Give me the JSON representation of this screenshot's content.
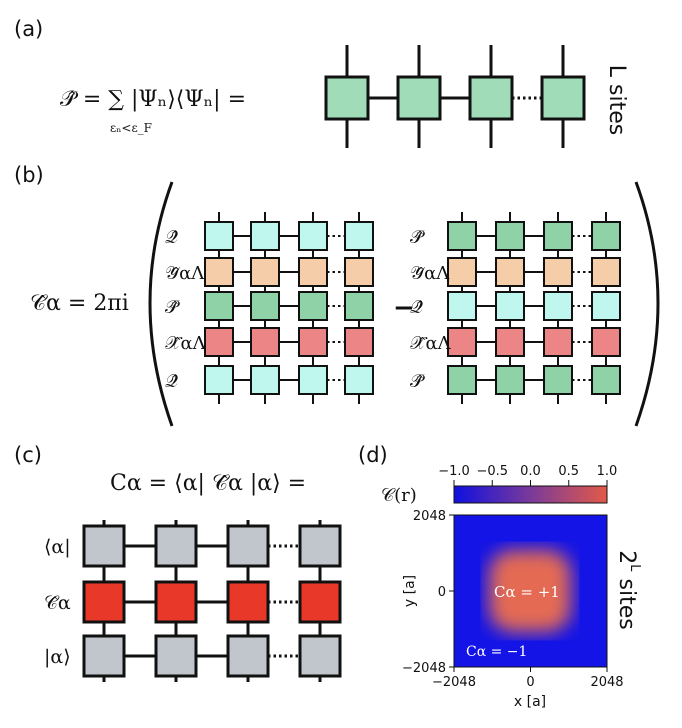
{
  "panel_a": {
    "label": "(a)",
    "equation": "𝒫̂ = ∑ |Ψₙ⟩⟨Ψₙ| =",
    "sum_subscript": "εₙ<ε_F",
    "side_label": "L sites",
    "tensor_color": "#9fdcb7"
  },
  "panel_b": {
    "label": "(b)",
    "lhs": "𝒞̂α = 2πi",
    "minus": "−",
    "left_rows": [
      "𝒬̂",
      "𝒴̂αΛ",
      "𝒫̂",
      "𝒳̂αΛ",
      "𝒬̂"
    ],
    "right_rows": [
      "𝒫̂",
      "𝒴̂αΛ",
      "𝒬̂",
      "𝒳̂αΛ",
      "𝒫̂"
    ],
    "colors": {
      "Q": "#bff7ef",
      "P": "#8fd2a7",
      "Y": "#f6cda9",
      "X": "#ec8585"
    }
  },
  "panel_c": {
    "label": "(c)",
    "equation": "Cα = ⟨α| 𝒞̂α |α⟩ =",
    "rows": [
      "⟨α|",
      "𝒞̂α",
      "|α⟩"
    ],
    "colors": {
      "bra": "#c0c6cc",
      "op": "#e8382a",
      "ket": "#c0c6cc"
    }
  },
  "panel_d": {
    "label": "(d)",
    "colorbar_ticks": [
      "−1.0",
      "−0.5",
      "0.0",
      "0.5",
      "1.0"
    ],
    "colorbar_label": "𝒞(r)",
    "x_ticks": [
      "−2048",
      "0",
      "2048"
    ],
    "y_ticks": [
      "2048",
      "0",
      "−2048"
    ],
    "xlabel": "x [a]",
    "ylabel": "y [a]",
    "inner_label": "Cα = +1",
    "outer_label": "Cα = −1",
    "side_label_base": "2",
    "side_label_sup": "L",
    "side_label_rest": " sites",
    "color_low": "#1414e6",
    "color_high": "#e06050"
  }
}
